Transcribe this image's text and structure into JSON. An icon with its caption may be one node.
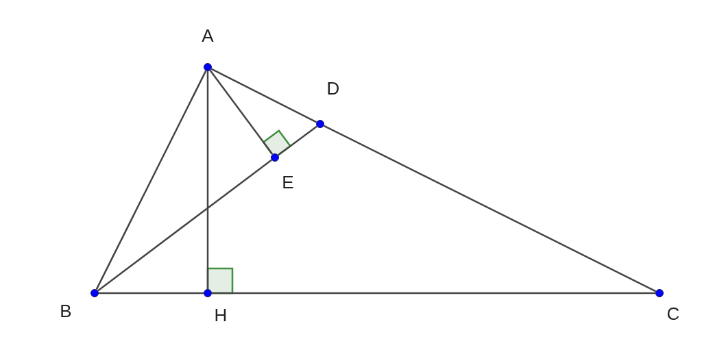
{
  "diagram": {
    "nodes": [
      {
        "text": [
          "A"
        ]
      },
      {
        "text": [
          "D"
        ]
      },
      {
        "text": [
          "E"
        ]
      },
      {
        "text": [
          "B"
        ]
      },
      {
        "text": [
          "H"
        ]
      },
      {
        "text": [
          "C"
        ]
      }
    ],
    "edges": [
      {
        "from": 0,
        "to": 3,
        "arrow": "none"
      },
      {
        "from": 0,
        "to": 4,
        "arrow": "none"
      },
      {
        "from": 0,
        "to": 2,
        "arrow": "none"
      },
      {
        "from": 0,
        "to": 1,
        "arrow": "none"
      },
      {
        "from": 1,
        "to": 5,
        "arrow": "none"
      },
      {
        "from": 3,
        "to": 2,
        "arrow": "none"
      },
      {
        "from": 2,
        "to": 1,
        "arrow": "none"
      },
      {
        "from": 3,
        "to": 4,
        "arrow": "none"
      },
      {
        "from": 4,
        "to": 5,
        "arrow": "none"
      }
    ]
  }
}
